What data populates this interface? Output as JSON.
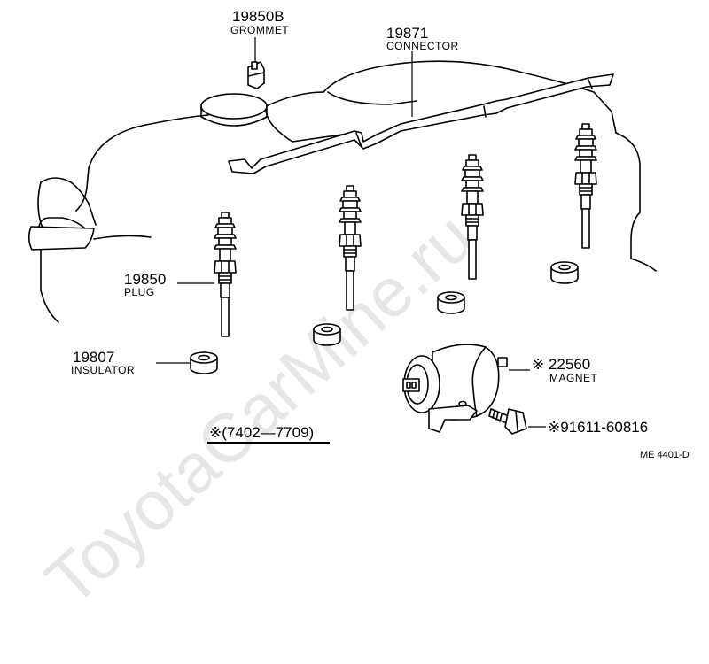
{
  "watermark": "ToyotaCarMine.ru",
  "drawing_code": "ME 4401-D",
  "parts": {
    "grommet": {
      "number": "19850B",
      "name": "GROMMET"
    },
    "connector": {
      "number": "19871",
      "name": "CONNECTOR"
    },
    "plug": {
      "number": "19850",
      "name": "PLUG"
    },
    "insulator": {
      "number": "19807",
      "name": "INSULATOR"
    },
    "magnet": {
      "number": "※ 22560",
      "name": "MAGNET"
    },
    "bolt": {
      "number": "※91611-60816"
    }
  },
  "note": "※(7402—7709)"
}
